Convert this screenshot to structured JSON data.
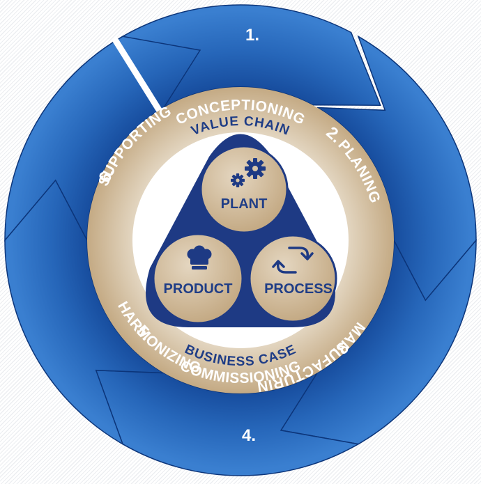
{
  "cycle": {
    "stages": [
      {
        "number": "1.",
        "label": "CONCEPTIONING"
      },
      {
        "number": "2.",
        "label": "PLANING"
      },
      {
        "number": "3.",
        "label": "MANUFACTURING"
      },
      {
        "number": "4.",
        "label": "COMMISSIONING"
      },
      {
        "number": "5.",
        "label": "HARMONIZING"
      },
      {
        "number": "6.",
        "label": "SUPPORTING"
      }
    ]
  },
  "ring": {
    "top_label": "VALUE CHAIN",
    "bottom_label": "BUSINESS CASE"
  },
  "core": {
    "plant": {
      "label": "PLANT",
      "icon": "gears-icon"
    },
    "product": {
      "label": "PRODUCT",
      "icon": "chef-hat-icon"
    },
    "process": {
      "label": "PROCESS",
      "icon": "cycle-arrows-icon"
    }
  },
  "colors": {
    "blue_light": "#2f73c6",
    "blue_dark": "#0f3f8f",
    "gold": "#c5ad89",
    "gold_light": "#dfd1bb",
    "navy": "#1e3a84"
  }
}
